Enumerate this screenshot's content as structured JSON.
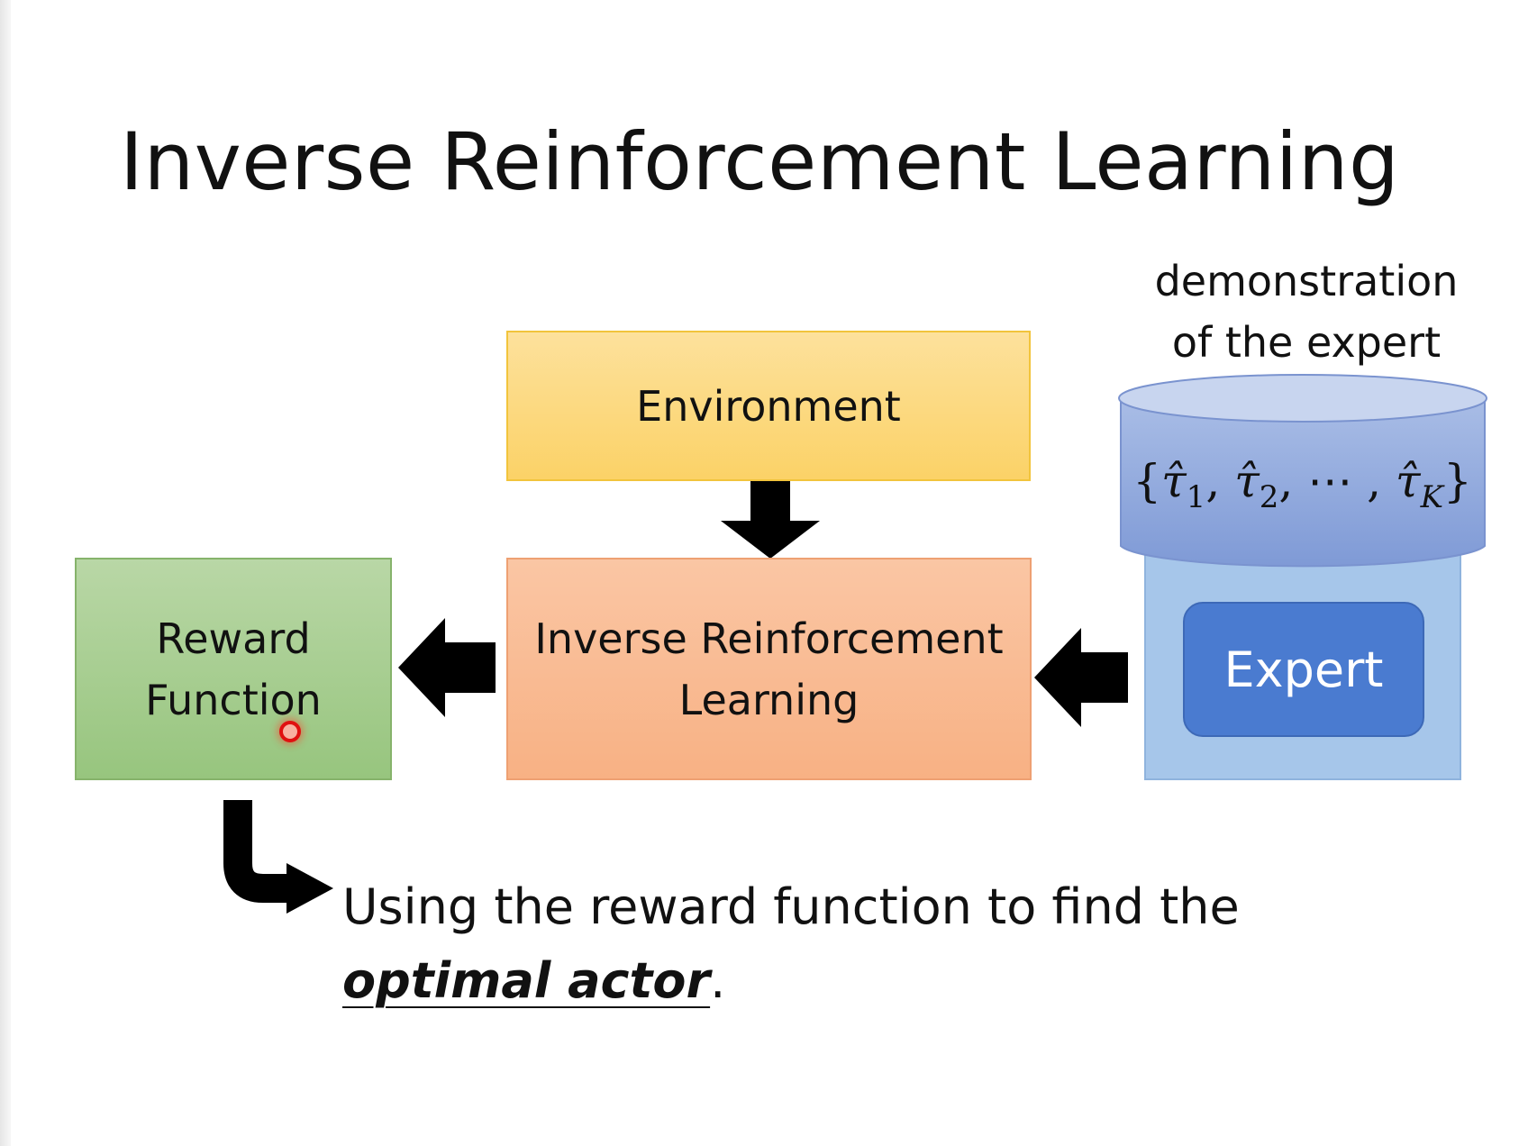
{
  "slide": {
    "title": "Inverse Reinforcement Learning"
  },
  "diagram": {
    "environment_label": "Environment",
    "irl_line1": "Inverse Reinforcement",
    "irl_line2": "Learning",
    "reward_line1": "Reward",
    "reward_line2": "Function",
    "demo_line1": "demonstration",
    "demo_line2": "of the expert",
    "trajectory_symbol": "τ̂",
    "trajectory_subscripts": [
      "1",
      "2",
      "K"
    ],
    "trajectory_ellipsis": "⋯",
    "expert_label": "Expert",
    "colors": {
      "environment": "#fbd267",
      "irl": "#f8b184",
      "reward": "#97c57e",
      "expert_back": "#a6c6ea",
      "expert": "#4a7bd0",
      "cylinder": "#8fa8dc",
      "arrow": "#000000",
      "pointer": "#e01010"
    }
  },
  "footer": {
    "text_line1": "Using the reward function to find the",
    "emphasis": "optimal actor",
    "period": "."
  },
  "icons": {
    "laser_pointer": "laser-pointer-icon"
  }
}
